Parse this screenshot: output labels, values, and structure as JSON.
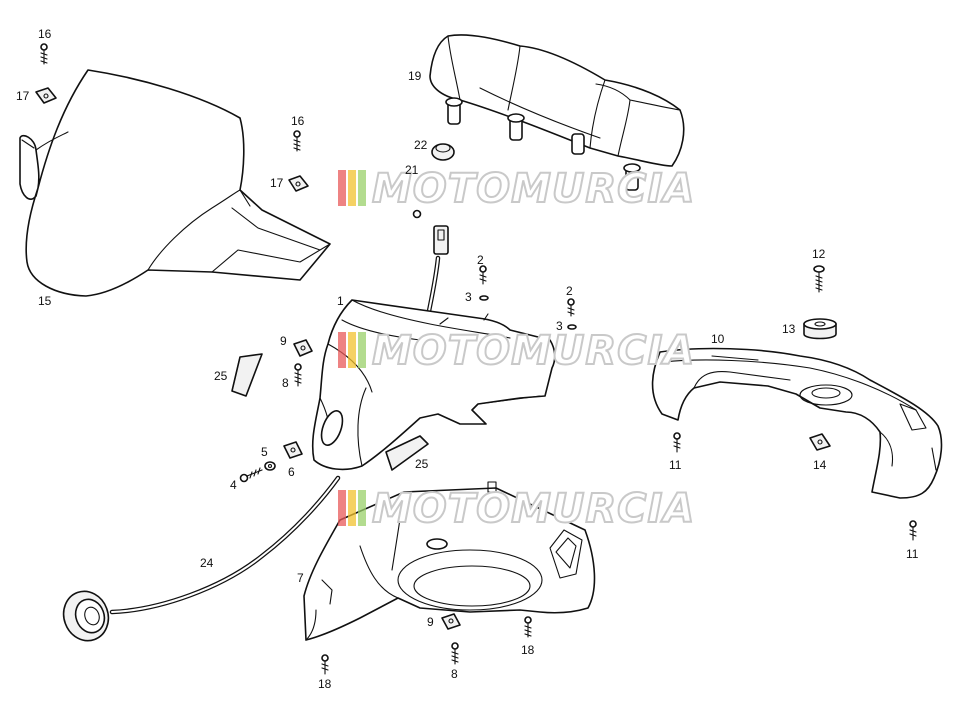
{
  "labels": {
    "l1": "1",
    "l2a": "2",
    "l2b": "2",
    "l3a": "3",
    "l3b": "3",
    "l4": "4",
    "l5": "5",
    "l6": "6",
    "l7": "7",
    "l8a": "8",
    "l8b": "8",
    "l9a": "9",
    "l9b": "9",
    "l10": "10",
    "l11a": "11",
    "l11b": "11",
    "l12": "12",
    "l13": "13",
    "l14": "14",
    "l15": "15",
    "l16a": "16",
    "l16b": "16",
    "l17a": "17",
    "l17b": "17",
    "l18a": "18",
    "l18b": "18",
    "l19": "19",
    "l21": "21",
    "l22": "22",
    "l24": "24",
    "l25a": "25",
    "l25b": "25"
  },
  "watermark": {
    "text": "MOTOMURCIA",
    "stripe_colors": [
      "#e85a5a",
      "#f2c230",
      "#9ad06a"
    ]
  }
}
